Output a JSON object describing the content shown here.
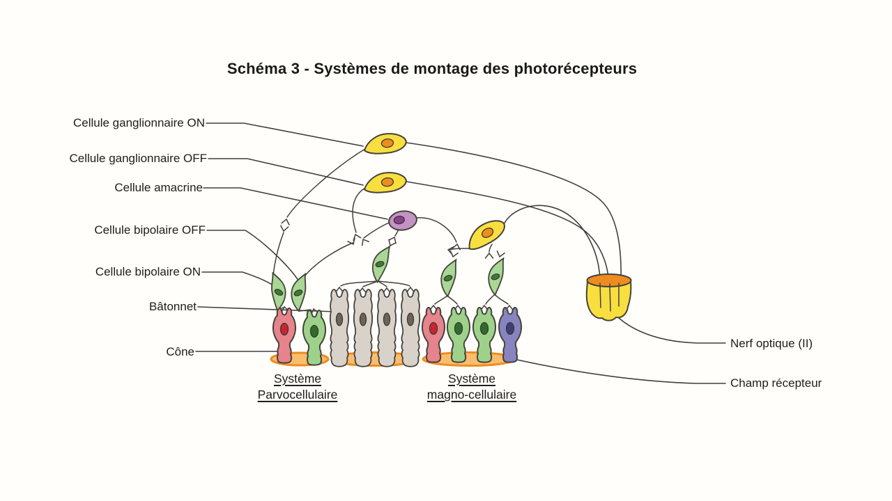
{
  "title": "Schéma 3 - Systèmes de montage des photorécepteurs",
  "labels": {
    "ganglion_on": "Cellule ganglionnaire ON",
    "ganglion_off": "Cellule ganglionnaire OFF",
    "amacrine": "Cellule amacrine",
    "bipolar_off": "Cellule bipolaire OFF",
    "bipolar_on": "Cellule bipolaire ON",
    "rod": "Bâtonnet",
    "cone": "Cône",
    "optic_nerve": "Nerf optique (II)",
    "receptive_field": "Champ récepteur"
  },
  "systems": {
    "parvocellular": {
      "line1": "Système",
      "line2": "Parvocellulaire"
    },
    "magnocellular": {
      "line1": "Système",
      "line2": "magno-cellulaire"
    }
  },
  "colors": {
    "ganglion_fill": "#f8df3f",
    "nucleus_orange": "#ee8c20",
    "bipolar_fill": "#a9d795",
    "bipolar_nucleus": "#3f7a36",
    "cone_red_fill": "#e6838c",
    "cone_red_nucleus": "#c92430",
    "cone_green_fill": "#9ed28b",
    "cone_green_nucleus": "#2f6d2f",
    "cone_purple_fill": "#8784c0",
    "cone_purple_nucleus": "#413c78",
    "rod_fill": "#d9d2ca",
    "rod_nucleus": "#6e635b",
    "amacrine_fill": "#c493c5",
    "amacrine_nucleus": "#8a3f8f",
    "field_fill": "#f9bd6e",
    "field_stroke": "#ee8c20",
    "cup_fill": "#f8df3f",
    "line": "#3f3f3f",
    "text": "#1d1d1b",
    "background": "#fffefa"
  }
}
